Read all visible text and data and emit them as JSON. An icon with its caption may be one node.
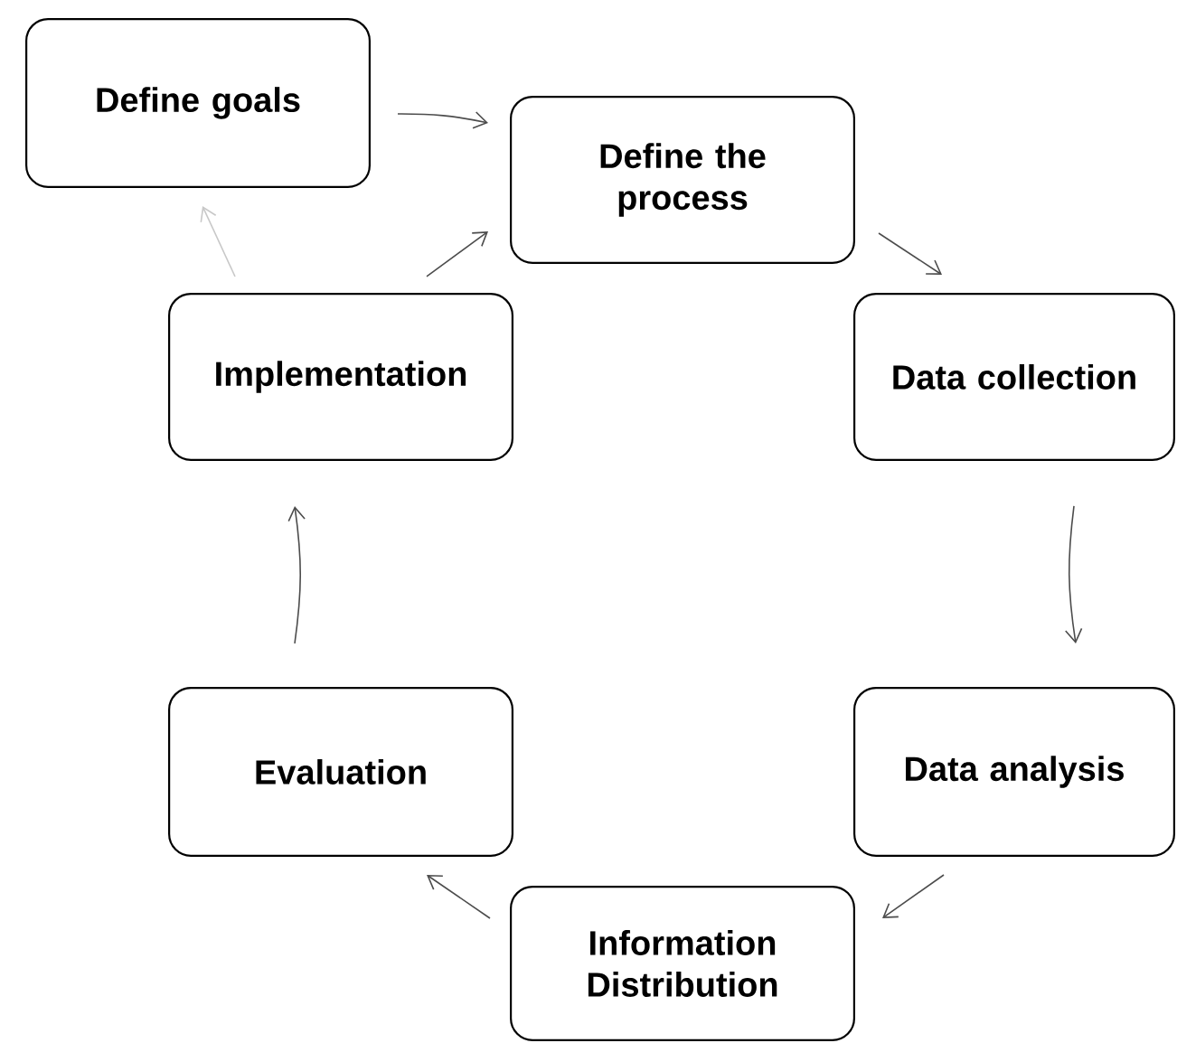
{
  "diagram": {
    "nodes": [
      {
        "text": [
          "Define goals"
        ]
      },
      {
        "text": [
          "Define the process"
        ]
      },
      {
        "text": [
          "Data collection"
        ]
      },
      {
        "text": [
          "Data analysis"
        ]
      },
      {
        "text": [
          "Information Distribution"
        ]
      },
      {
        "text": [
          "Evaluation"
        ]
      },
      {
        "text": [
          "Implementation"
        ]
      }
    ],
    "edges": [
      {
        "from": 0,
        "to": 1,
        "arrow": "to"
      },
      {
        "from": 1,
        "to": 2,
        "arrow": "to"
      },
      {
        "from": 2,
        "to": 3,
        "arrow": "to"
      },
      {
        "from": 3,
        "to": 4,
        "arrow": "to"
      },
      {
        "from": 4,
        "to": 5,
        "arrow": "to"
      },
      {
        "from": 5,
        "to": 6,
        "arrow": "to"
      },
      {
        "from": 6,
        "to": 1,
        "arrow": "to"
      },
      {
        "from": 6,
        "to": 0,
        "arrow": "to",
        "color": "#c8c8c8"
      }
    ]
  }
}
